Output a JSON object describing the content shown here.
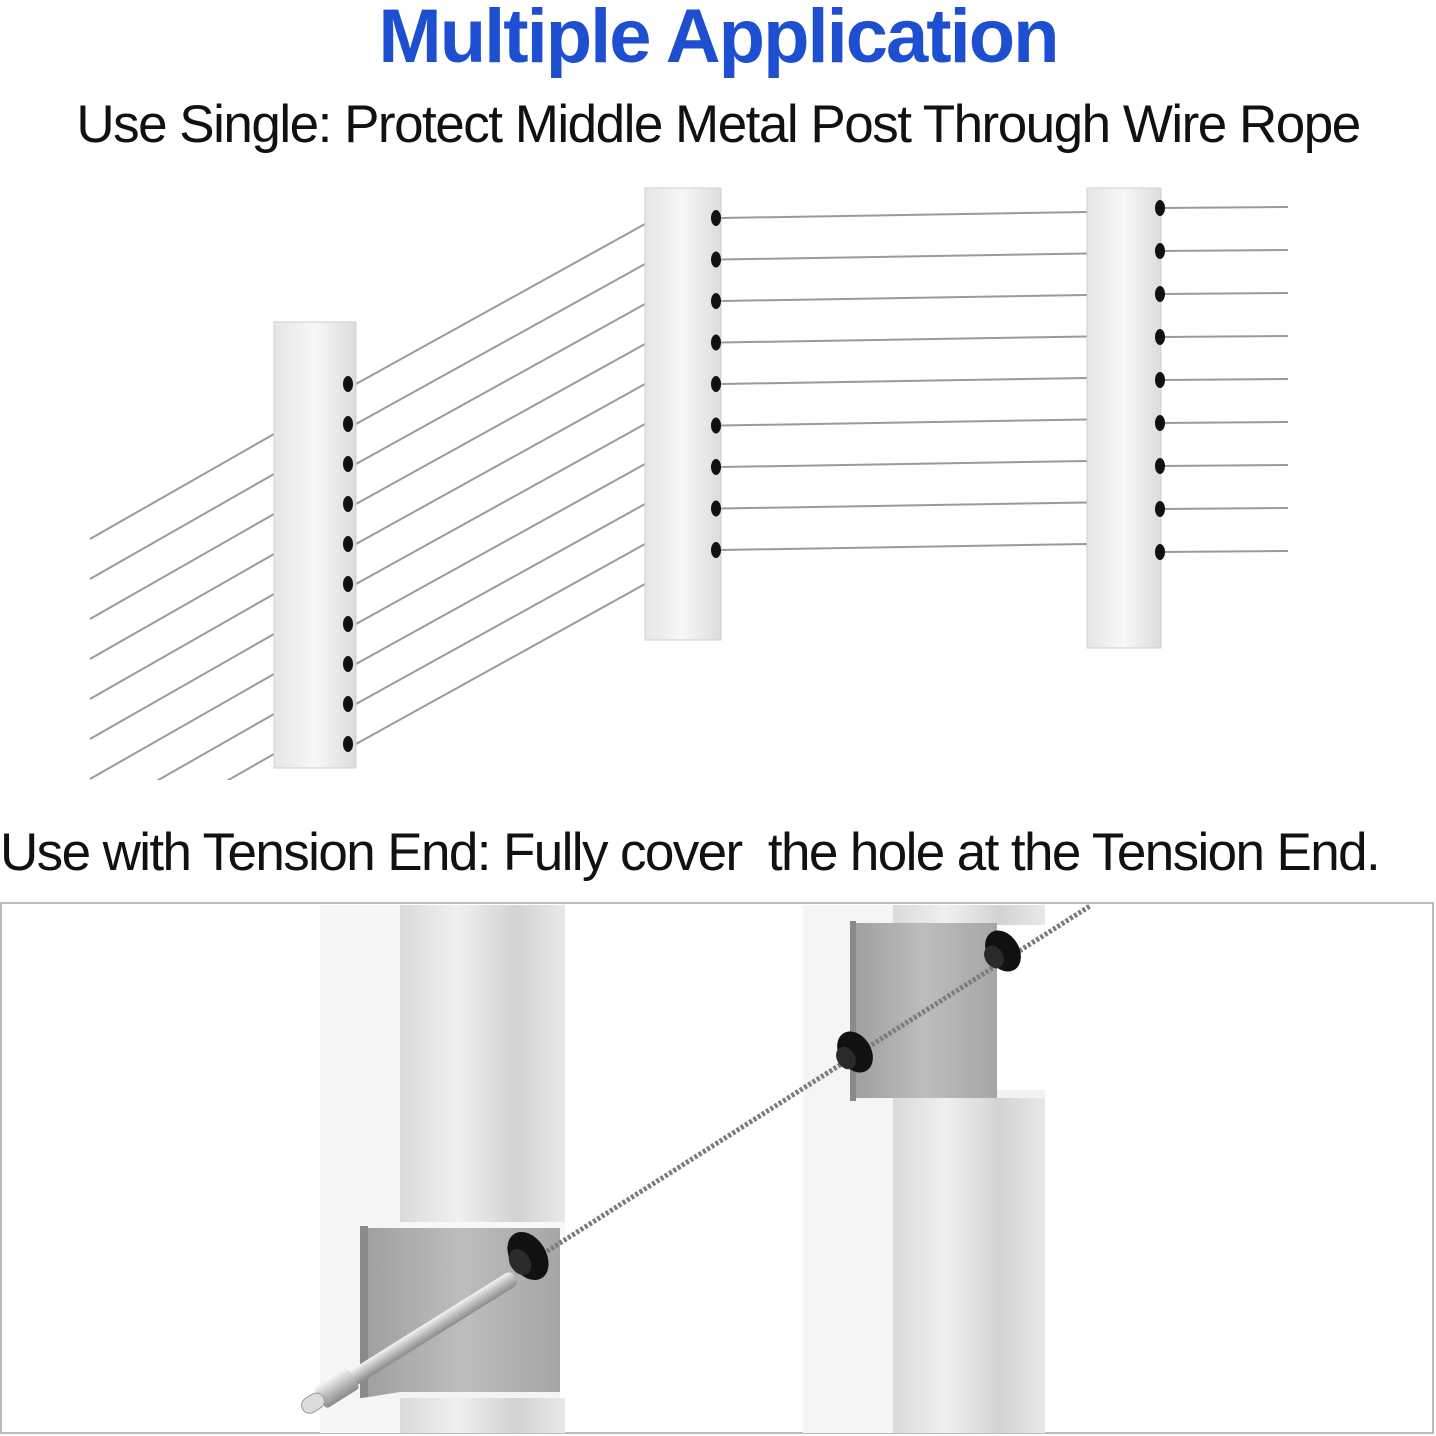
{
  "heading": {
    "title": "Multiple Application",
    "subtitle": "Use Single: Protect Middle Metal Post Through Wire Rope"
  },
  "section_two": {
    "caption": "Use with Tension End: Fully cover  the hole at the Tension End."
  },
  "colors": {
    "title_blue": "#1f4fd1",
    "text": "#111111",
    "post_face": "#f4f4f4",
    "post_side": "#e2e2e2",
    "wire": "#9a9a9a",
    "grommet": "#111111"
  }
}
